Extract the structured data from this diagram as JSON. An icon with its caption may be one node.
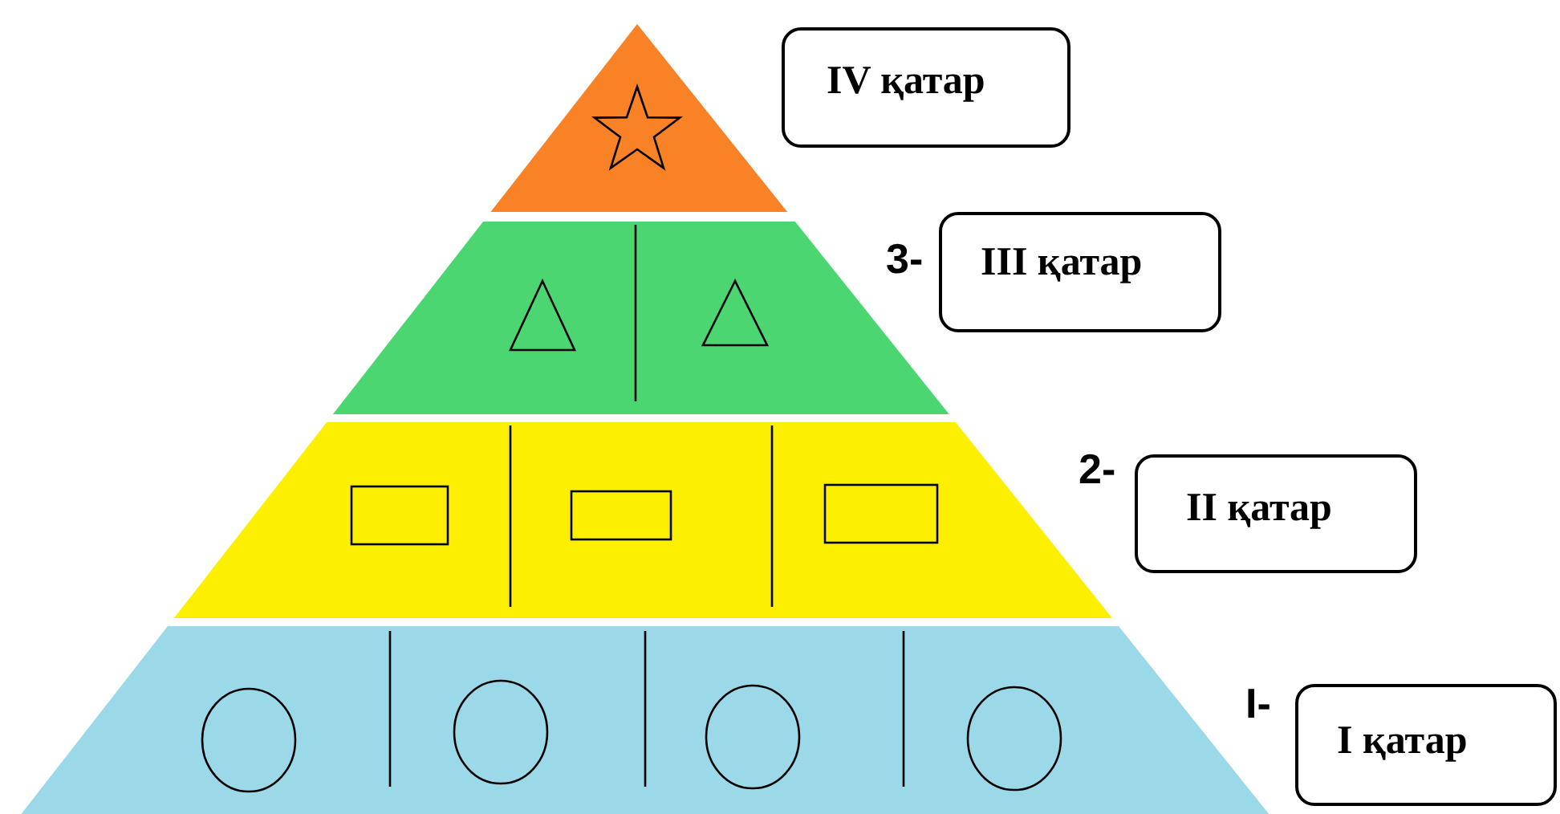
{
  "diagram": {
    "nodes": [
      {
        "text": [
          "IV қатар"
        ]
      },
      {
        "text": [
          "III қатар"
        ]
      },
      {
        "text": [
          "II қатар"
        ]
      },
      {
        "text": [
          "I қатар"
        ]
      }
    ],
    "labels": [
      "3-",
      "2-",
      "I-"
    ]
  }
}
